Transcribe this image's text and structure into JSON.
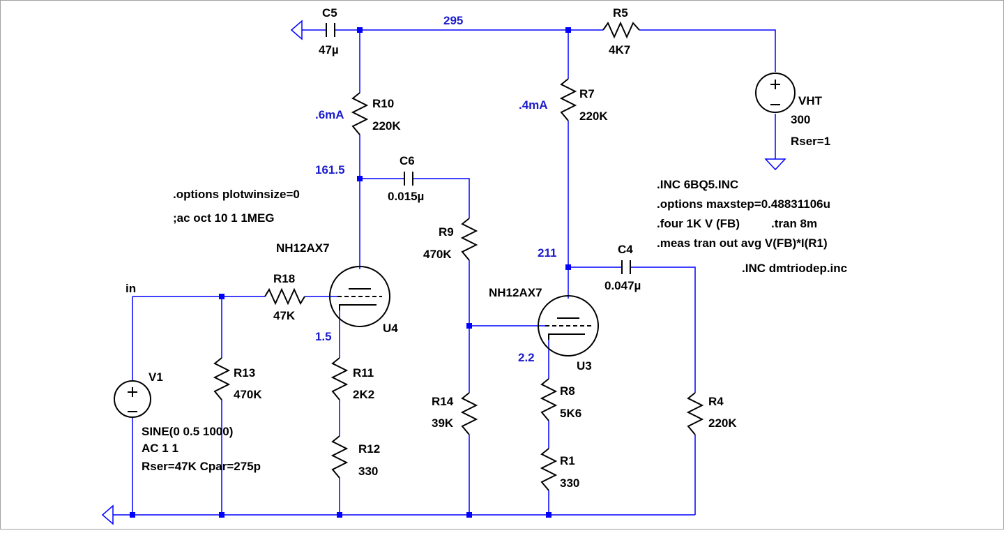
{
  "colors": {
    "wire": "#0000ff",
    "component": "#000000",
    "net_label": "#1a1acc",
    "background": "#ffffff",
    "frame": "#a0a0a0"
  },
  "components": {
    "C5": {
      "name": "C5",
      "value": "47µ"
    },
    "R5": {
      "name": "R5",
      "value": "4K7"
    },
    "VHT": {
      "name": "VHT",
      "value": "300",
      "extra": "Rser=1"
    },
    "R10": {
      "name": "R10",
      "value": "220K"
    },
    "R7": {
      "name": "R7",
      "value": "220K"
    },
    "C6": {
      "name": "C6",
      "value": "0.015µ"
    },
    "R9": {
      "name": "R9",
      "value": "470K"
    },
    "C4": {
      "name": "C4",
      "value": "0.047µ"
    },
    "U4": {
      "name": "U4",
      "model": "NH12AX7"
    },
    "U3": {
      "name": "U3",
      "model": "NH12AX7"
    },
    "R18": {
      "name": "R18",
      "value": "47K"
    },
    "R13": {
      "name": "R13",
      "value": "470K"
    },
    "R11": {
      "name": "R11",
      "value": "2K2"
    },
    "R12": {
      "name": "R12",
      "value": "330"
    },
    "R14": {
      "name": "R14",
      "value": "39K"
    },
    "R8": {
      "name": "R8",
      "value": "5K6"
    },
    "R1": {
      "name": "R1",
      "value": "330"
    },
    "R4": {
      "name": "R4",
      "value": "220K"
    },
    "V1": {
      "name": "V1",
      "line1": "SINE(0 0.5 1000)",
      "line2": "AC 1 1",
      "line3": "Rser=47K Cpar=275p"
    }
  },
  "net_labels": {
    "b_plus": "295",
    "i_r10": ".6mA",
    "i_r7": ".4mA",
    "plate_u4": "161.5",
    "plate_u3": "211",
    "cathode_u4": "1.5",
    "cathode_u3": "2.2",
    "input": "in"
  },
  "directives": {
    "plotwinsize": ".options plotwinsize=0",
    "ac": ";ac oct 10 1 1MEG",
    "inc_6bq5": ".INC 6BQ5.INC",
    "maxstep": ".options maxstep=0.48831106u",
    "four": ".four 1K V (FB)",
    "tran": ".tran 8m",
    "meas": ".meas tran out avg V(FB)*I(R1)",
    "inc_dmtriode": ".INC dmtriodep.inc"
  }
}
